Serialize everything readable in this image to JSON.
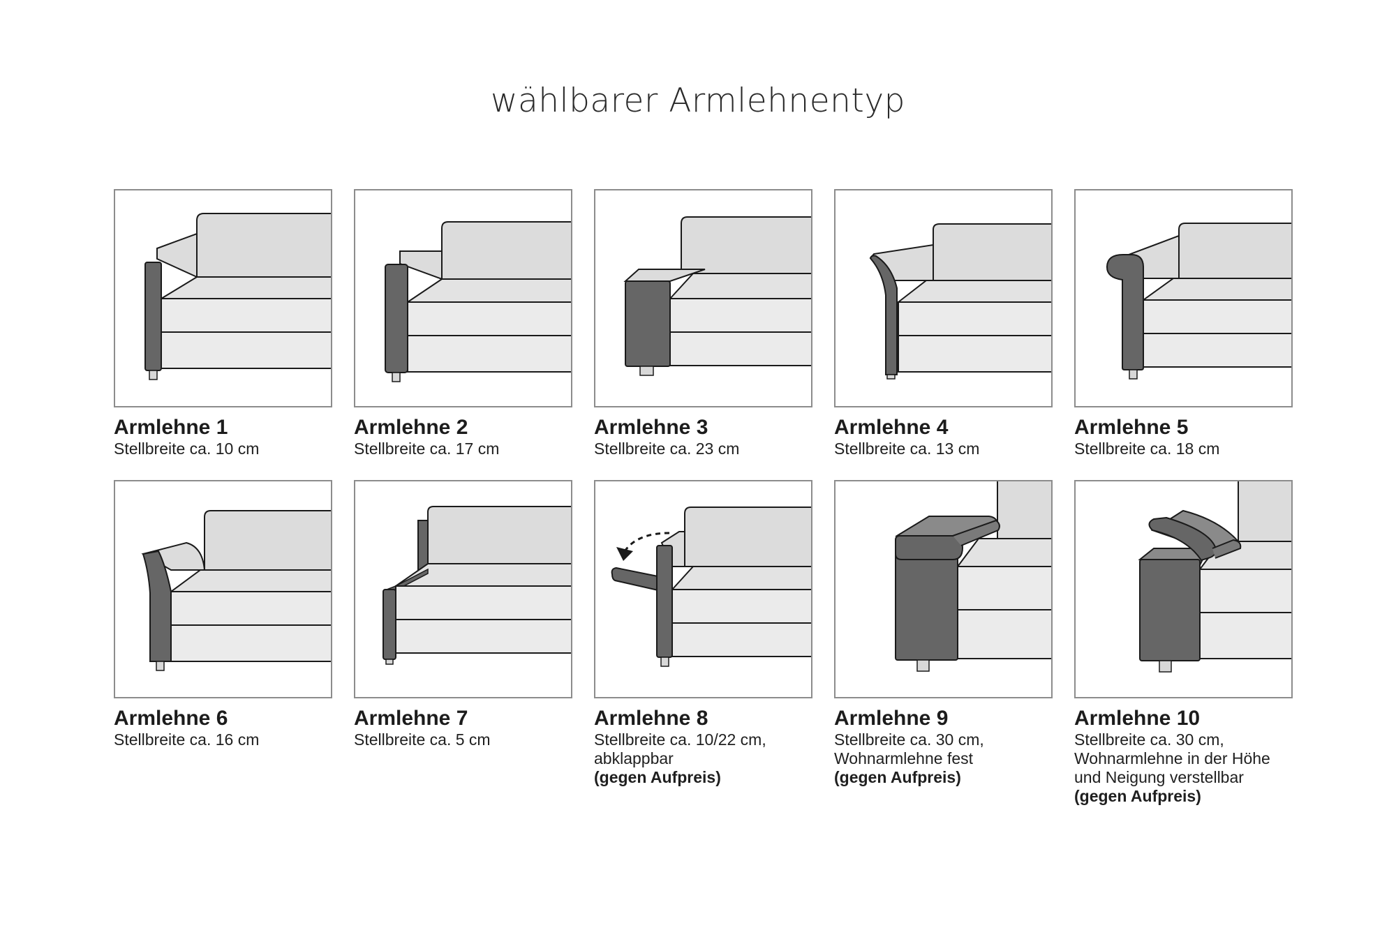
{
  "title": "wählbarer Armlehnentyp",
  "colors": {
    "dark": "#666666",
    "seat_light": "#ebebeb",
    "back": "#dcdcdc",
    "seat_top": "#e3e3e3",
    "outline": "#1a1a1a",
    "frame": "#8c8c8c"
  },
  "items": [
    {
      "name": "Armlehne 1",
      "lines": [
        "Stellbreite ca. 10 cm"
      ],
      "extra": ""
    },
    {
      "name": "Armlehne 2",
      "lines": [
        "Stellbreite ca. 17 cm"
      ],
      "extra": ""
    },
    {
      "name": "Armlehne 3",
      "lines": [
        "Stellbreite ca. 23 cm"
      ],
      "extra": ""
    },
    {
      "name": "Armlehne 4",
      "lines": [
        "Stellbreite ca. 13 cm"
      ],
      "extra": ""
    },
    {
      "name": "Armlehne 5",
      "lines": [
        "Stellbreite ca. 18 cm"
      ],
      "extra": ""
    },
    {
      "name": "Armlehne 6",
      "lines": [
        "Stellbreite ca. 16 cm"
      ],
      "extra": ""
    },
    {
      "name": "Armlehne 7",
      "lines": [
        "Stellbreite ca. 5 cm"
      ],
      "extra": ""
    },
    {
      "name": "Armlehne 8",
      "lines": [
        "Stellbreite ca. 10/22 cm,",
        "abklappbar"
      ],
      "extra": "(gegen Aufpreis)"
    },
    {
      "name": "Armlehne 9",
      "lines": [
        "Stellbreite ca. 30 cm,",
        "Wohnarmlehne fest"
      ],
      "extra": "(gegen Aufpreis)"
    },
    {
      "name": "Armlehne 10",
      "lines": [
        "Stellbreite ca. 30 cm,",
        "Wohnarmlehne in der Höhe",
        "und Neigung verstellbar"
      ],
      "extra": "(gegen Aufpreis)"
    }
  ]
}
